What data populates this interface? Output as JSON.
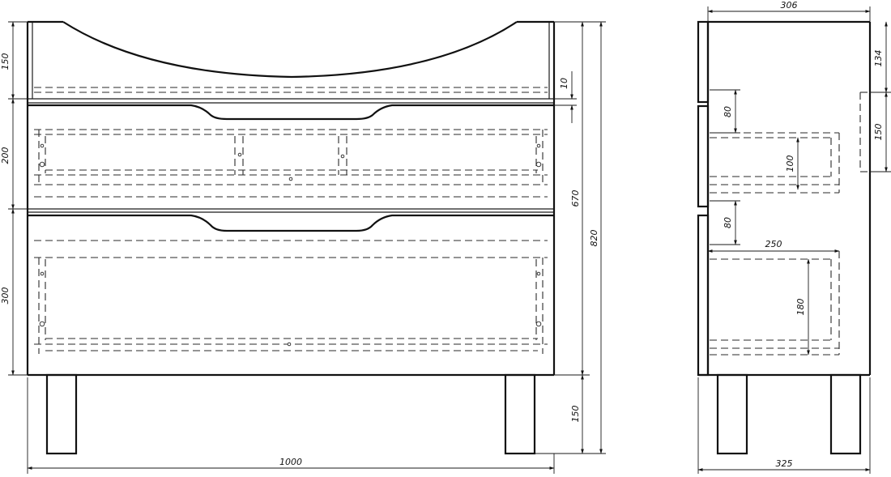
{
  "front_view": {
    "width": "1000",
    "total_height": "820",
    "body_height": "670",
    "top_section": "150",
    "gap": "10",
    "drawer_upper": "200",
    "drawer_lower": "300",
    "legs": "150"
  },
  "side_view": {
    "top_depth": "306",
    "bottom_depth": "325",
    "top_offset": "134",
    "back_opening": "150",
    "recess_upper": "80",
    "recess_lower": "80",
    "upper_drawer_inner": "100",
    "lower_drawer_depth": "250",
    "lower_drawer_inner": "180"
  }
}
